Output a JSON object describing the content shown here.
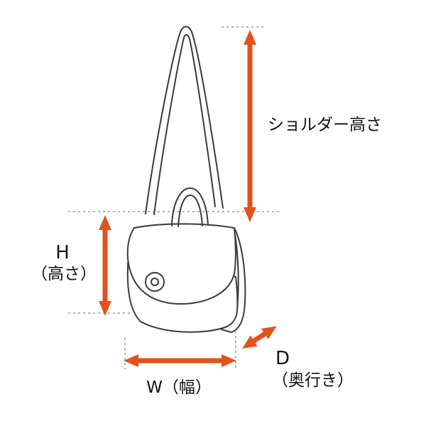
{
  "diagram": {
    "kind": "bag-dimension-diagram",
    "labels": {
      "shoulder_height": "ショルダー高さ",
      "height_letter": "H",
      "height_caption": "（高さ）",
      "width": "W（幅）",
      "depth_letter": "D",
      "depth_caption": "（奥行き）"
    },
    "colors": {
      "arrow": "#E2521C",
      "outline": "#3A3A3A",
      "guide_line": "#9A9A9A",
      "background": "#FFFFFF",
      "text": "#111111"
    }
  }
}
